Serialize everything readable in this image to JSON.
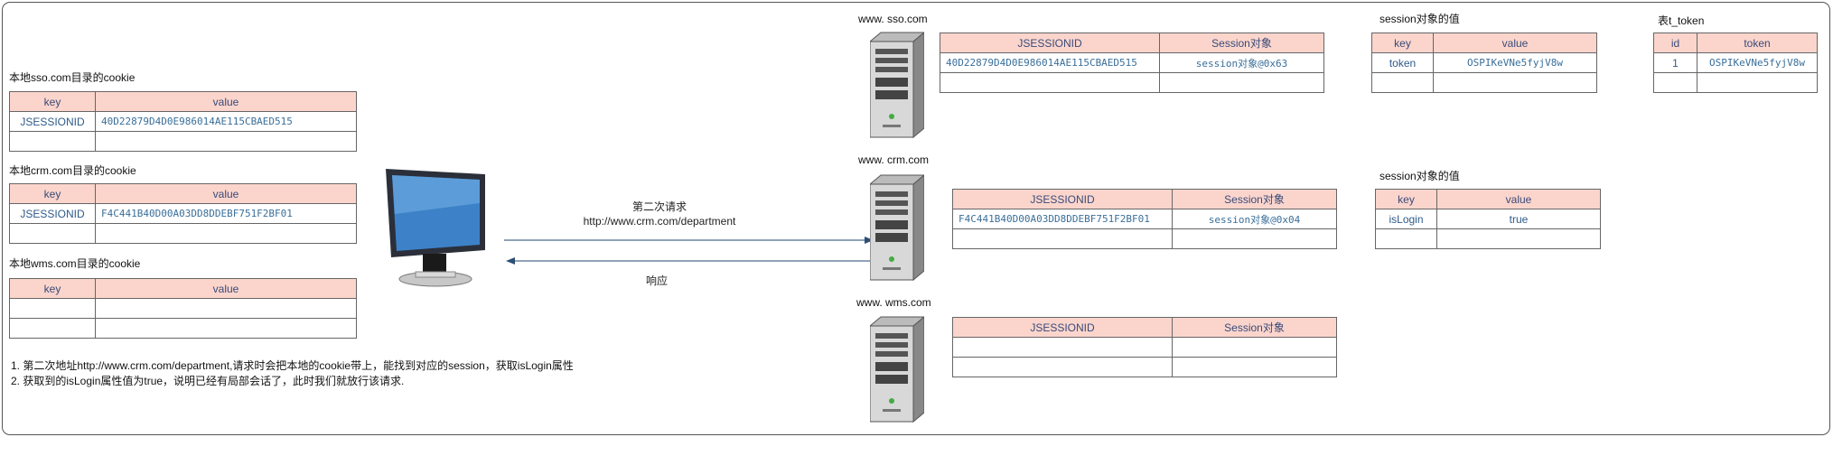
{
  "cookies": {
    "sso": {
      "title": "本地sso.com目录的cookie",
      "key_header": "key",
      "value_header": "value",
      "rows": [
        {
          "key": "JSESSIONID",
          "value": "40D22879D4D0E986014AE115CBAED515"
        },
        {
          "key": "",
          "value": ""
        }
      ]
    },
    "crm": {
      "title": "本地crm.com目录的cookie",
      "key_header": "key",
      "value_header": "value",
      "rows": [
        {
          "key": "JSESSIONID",
          "value": "F4C441B40D00A03DD8DDEBF751F2BF01"
        },
        {
          "key": "",
          "value": ""
        }
      ]
    },
    "wms": {
      "title": "本地wms.com目录的cookie",
      "key_header": "key",
      "value_header": "value",
      "rows": [
        {
          "key": "",
          "value": ""
        },
        {
          "key": "",
          "value": ""
        }
      ]
    }
  },
  "notes": [
    "1. 第二次地址http://www.crm.com/department,请求时会把本地的cookie带上，能找到对应的session，获取isLogin属性",
    "2. 获取到的isLogin属性值为true，说明已经有局部会话了，此时我们就放行该请求."
  ],
  "request": {
    "title": "第二次请求",
    "url": "http://www.crm.com/department",
    "response": "响应"
  },
  "servers": {
    "sso": {
      "name": "www. sso.com",
      "table": {
        "col1": "JSESSIONID",
        "col2": "Session对象",
        "rows": [
          {
            "id": "40D22879D4D0E986014AE115CBAED515",
            "obj": "session对象@0x63"
          },
          {
            "id": "",
            "obj": ""
          }
        ]
      }
    },
    "crm": {
      "name": "www. crm.com",
      "table": {
        "col1": "JSESSIONID",
        "col2": "Session对象",
        "rows": [
          {
            "id": "F4C441B40D00A03DD8DDEBF751F2BF01",
            "obj": "session对象@0x04"
          },
          {
            "id": "",
            "obj": ""
          }
        ]
      }
    },
    "wms": {
      "name": "www. wms.com",
      "table": {
        "col1": "JSESSIONID",
        "col2": "Session对象",
        "rows": [
          {
            "id": "",
            "obj": ""
          },
          {
            "id": "",
            "obj": ""
          }
        ]
      }
    }
  },
  "sso_session_values": {
    "title": "session对象的值",
    "key_header": "key",
    "value_header": "value",
    "rows": [
      {
        "key": "token",
        "value": "OSPIKeVNe5fyjV8w"
      },
      {
        "key": "",
        "value": ""
      }
    ]
  },
  "crm_session_values": {
    "title": "session对象的值",
    "key_header": "key",
    "value_header": "value",
    "rows": [
      {
        "key": "isLogin",
        "value": "true"
      },
      {
        "key": "",
        "value": ""
      }
    ]
  },
  "t_token": {
    "title": "表t_token",
    "id_header": "id",
    "token_header": "token",
    "rows": [
      {
        "id": "1",
        "token": "OSPIKeVNe5fyjV8w"
      },
      {
        "id": "",
        "token": ""
      }
    ]
  }
}
